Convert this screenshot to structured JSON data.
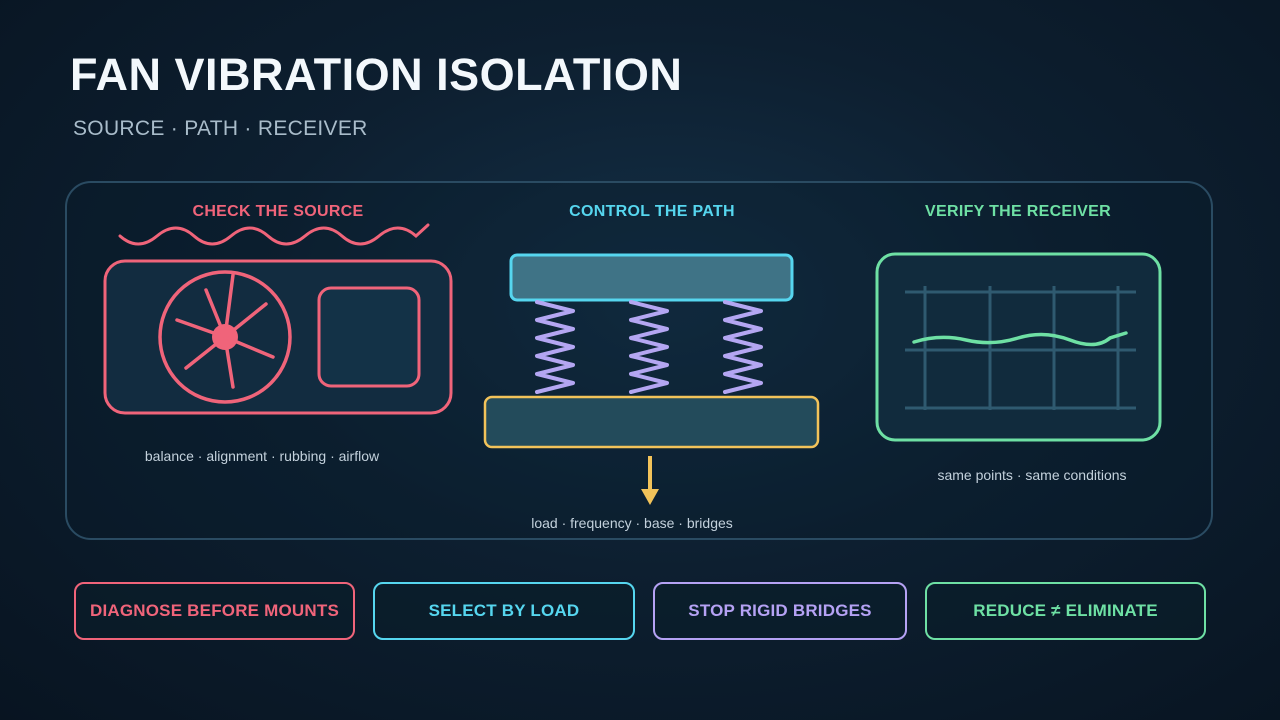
{
  "header": {
    "title": "FAN VIBRATION ISOLATION",
    "subtitle": "SOURCE · PATH · RECEIVER"
  },
  "columns": [
    {
      "heading": "CHECK THE SOURCE",
      "caption": "balance · alignment · rubbing · airflow",
      "color": "#f0647a"
    },
    {
      "heading": "CONTROL THE PATH",
      "caption": "load · frequency · base · bridges",
      "color": "#56d6ef"
    },
    {
      "heading": "VERIFY THE RECEIVER",
      "caption": "same points · same conditions",
      "color": "#6ee0a4"
    }
  ],
  "pills": [
    {
      "label": "DIAGNOSE BEFORE MOUNTS",
      "color": "#f0647a"
    },
    {
      "label": "SELECT BY LOAD",
      "color": "#56d6ef"
    },
    {
      "label": "STOP RIGID BRIDGES",
      "color": "#b5a2f4"
    },
    {
      "label": "REDUCE ≠ ELIMINATE",
      "color": "#6ee0a4"
    }
  ],
  "colors": {
    "spring": "#b4a6f2",
    "base_outline": "#f2c35a",
    "arrow": "#f2c35a",
    "grid": "#2f5a70"
  }
}
